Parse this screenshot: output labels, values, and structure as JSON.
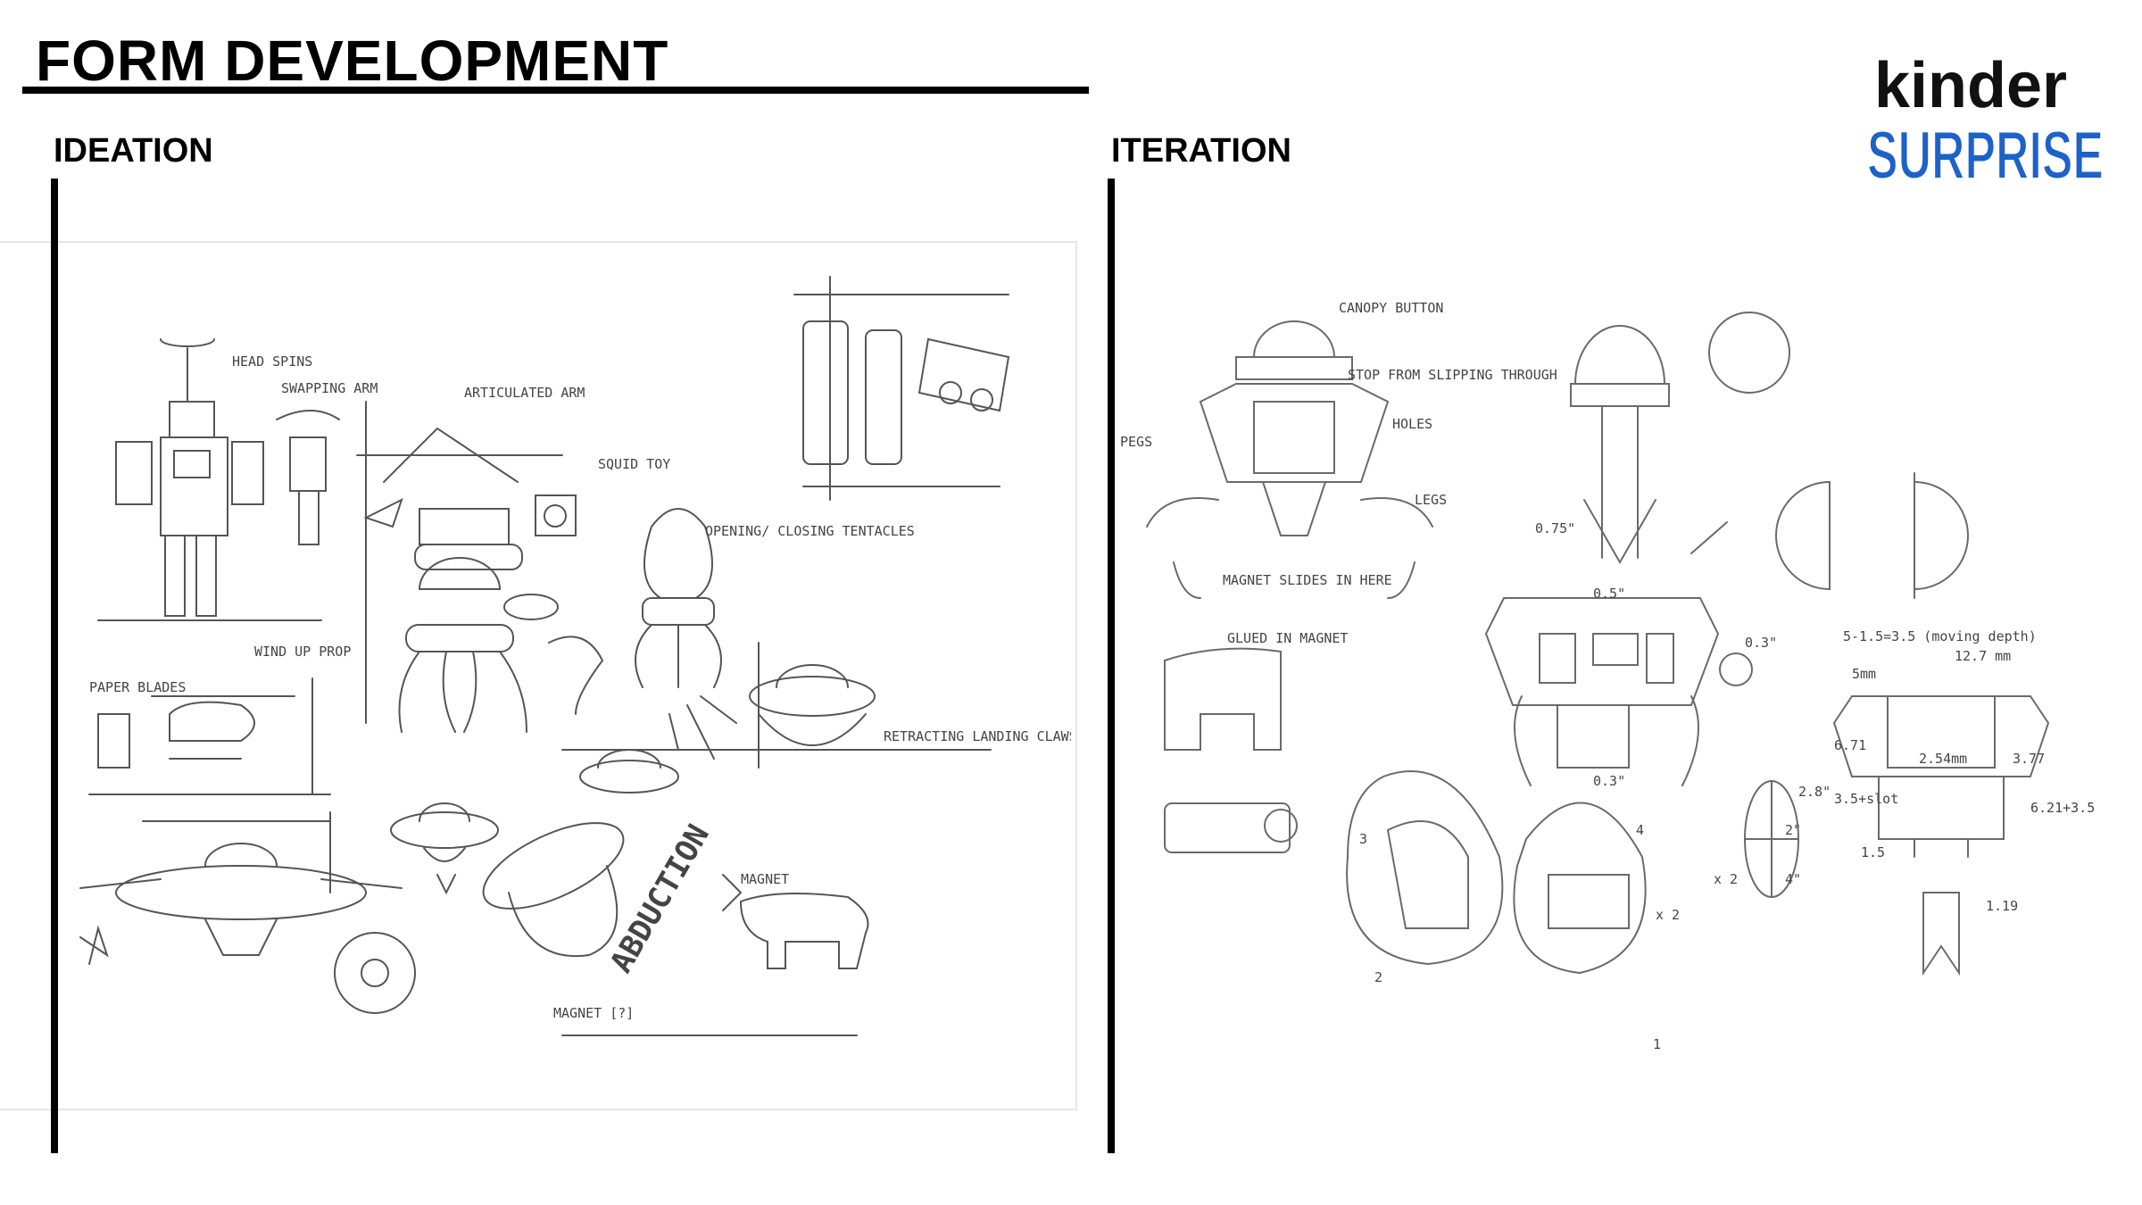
{
  "header": {
    "title": "FORM DEVELOPMENT"
  },
  "sections": {
    "ideation": "IDEATION",
    "iteration": "ITERATION"
  },
  "logo": {
    "line1": "kinder",
    "line2": "SURPRISE",
    "colors": {
      "kinder_red": "#e2231a",
      "kinder_black": "#111111",
      "s_blue": "#1d62c9",
      "u_red": "#e2231a",
      "r_yellow": "#f5c800",
      "p_green": "#2fa13b",
      "i_magenta": "#d6197e"
    }
  },
  "ideation_notes": {
    "head_spins": "HEAD SPINS",
    "swapping_arm": "SWAPPING ARM",
    "articulated_arm": "ARTICULATED ARM",
    "squid_toy": "SQUID TOY",
    "opening_tentacles": "OPENING/ CLOSING TENTACLES",
    "paper_blades": "PAPER BLADES",
    "wind_up_prop": "WIND UP PROP",
    "retracting_claws": "RETRACTING LANDING CLAWS?",
    "magnet": "MAGNET",
    "magnet_q": "MAGNET [?]",
    "abduction": "ABDUCTION"
  },
  "iteration_notes": {
    "canopy_button": "CANOPY BUTTON",
    "stop_slipping": "STOP FROM SLIPPING THROUGH",
    "holes": "HOLES",
    "pegs": "PEGS",
    "legs": "LEGS",
    "magnet_slides": "MAGNET SLIDES IN HERE",
    "glued_magnet": "GLUED IN MAGNET",
    "dim_075": "0.75\"",
    "dim_05": "0.5\"",
    "dim_03": "0.3\"",
    "dim_03b": "0.3\"",
    "moving_depth": "5-1.5=3.5 (moving depth)",
    "dim_127": "12.7 mm",
    "dim_5mm": "5mm",
    "dim_671": "6.71",
    "dim_254": "2.54mm",
    "dim_377": "3.77",
    "dim_35slot": "3.5+slot",
    "dim_621": "6.21+3.5",
    "dim_15": "1.5",
    "dim_119": "1.19",
    "dim_28": "2.8\"",
    "dim_2": "2\"",
    "dim_4": "4\"",
    "x2a": "x 2",
    "x2b": "x 2",
    "n1": "1",
    "n2": "2",
    "n3": "3",
    "n4": "4"
  }
}
